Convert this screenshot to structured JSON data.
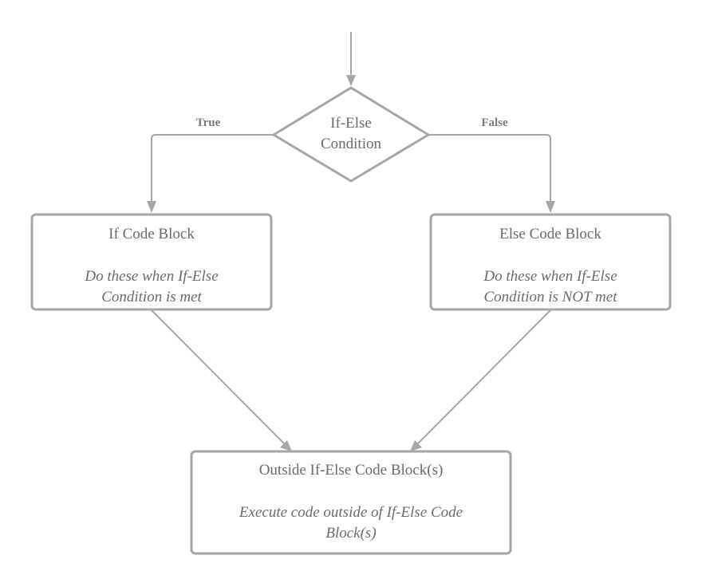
{
  "decision": {
    "lines": [
      "If-Else",
      "Condition"
    ]
  },
  "edges": {
    "true_label": "True",
    "false_label": "False"
  },
  "if_block": {
    "title": "If Code Block",
    "desc_lines": [
      "Do these when If-Else",
      "Condition is met"
    ]
  },
  "else_block": {
    "title": "Else Code Block",
    "desc_lines": [
      "Do these when If-Else",
      "Condition is NOT met"
    ]
  },
  "outside_block": {
    "title": "Outside If-Else Code Block(s)",
    "desc_lines": [
      "Execute code outside of If-Else Code",
      "Block(s)"
    ]
  },
  "colors": {
    "stroke": "#a6a6a6",
    "text": "#6b6b6b"
  }
}
